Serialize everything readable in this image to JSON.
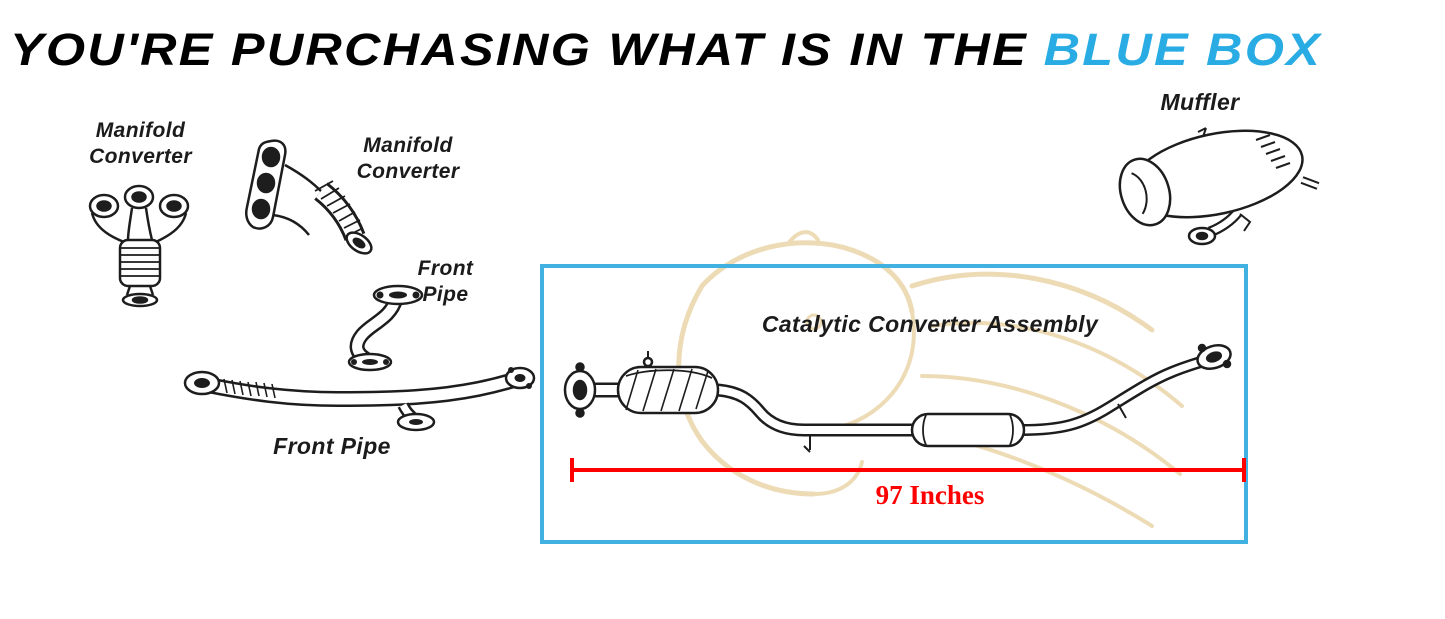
{
  "header": {
    "title_prefix": "YOU'RE PURCHASING WHAT IS IN THE",
    "title_highlight": "BLUE BOX",
    "text_color": "#000000",
    "highlight_color": "#29ACE3"
  },
  "parts": [
    {
      "id": "manifold-converter-1",
      "label": "Manifold\nConverter"
    },
    {
      "id": "manifold-converter-2",
      "label": "Manifold\nConverter"
    },
    {
      "id": "front-pipe-upper",
      "label": "Front\nPipe"
    },
    {
      "id": "front-pipe-lower",
      "label": "Front Pipe"
    },
    {
      "id": "muffler",
      "label": "Muffler"
    },
    {
      "id": "catalytic-converter-assembly",
      "label": "Catalytic Converter Assembly"
    }
  ],
  "highlight_box": {
    "border_color": "#41B1E1"
  },
  "measurement": {
    "label": "97 Inches",
    "color": "#FF0000"
  },
  "watermark": {
    "name": "horse-logo-watermark",
    "color": "#DCB96F"
  }
}
